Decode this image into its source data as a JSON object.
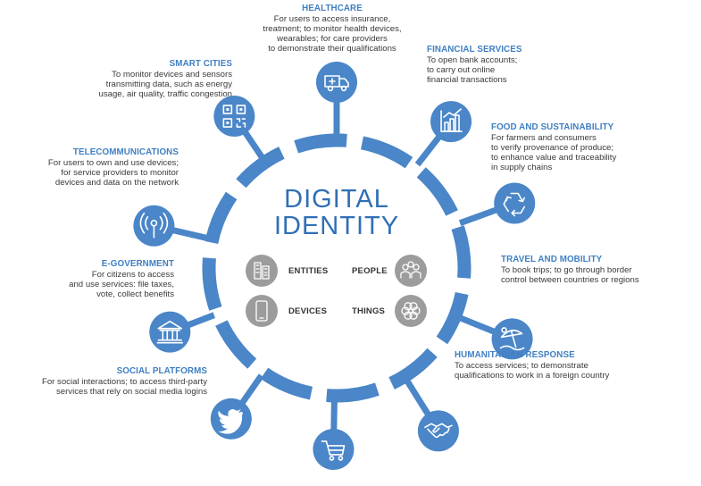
{
  "title_line1": "DIGITAL",
  "title_line2": "IDENTITY",
  "colors": {
    "blue": "#4a86c8",
    "title": "#2f6fb6",
    "heading": "#3f7fc2",
    "gray": "#9c9c9c",
    "text": "#3a3a3a"
  },
  "center_items": [
    {
      "label": "ENTITIES",
      "icon": "building-icon"
    },
    {
      "label": "PEOPLE",
      "icon": "people-icon"
    },
    {
      "label": "DEVICES",
      "icon": "phone-icon"
    },
    {
      "label": "THINGS",
      "icon": "flower-icon"
    }
  ],
  "sectors": [
    {
      "title": "HEALTHCARE",
      "desc": "For users to access insurance,\ntreatment; to monitor health devices,\nwearables; for care providers\nto demonstrate their qualifications",
      "icon": "ambulance-icon"
    },
    {
      "title": "FINANCIAL SERVICES",
      "desc": "To open bank accounts;\nto carry out online\nfinancial transactions",
      "icon": "bar-chart-icon"
    },
    {
      "title": "FOOD AND SUSTAINABILITY",
      "desc": "For farmers and consumers\nto verify provenance of produce;\nto enhance value and traceability\nin supply chains",
      "icon": "recycle-icon"
    },
    {
      "title": "TRAVEL AND MOBILITY",
      "desc": "To book trips; to go through border\ncontrol between countries or regions",
      "icon": "beach-umbrella-icon"
    },
    {
      "title": "HUMANITARIAN RESPONSE",
      "desc": "To access services; to demonstrate\nqualifications to work in a foreign country",
      "icon": "handshake-icon"
    },
    {
      "title": "",
      "desc": "",
      "icon": "shopping-cart-icon"
    },
    {
      "title": "SOCIAL PLATFORMS",
      "desc": "For social interactions; to access third-party\nservices that rely on social media logins",
      "icon": "twitter-bird-icon"
    },
    {
      "title": "E-GOVERNMENT",
      "desc": "For citizens to access\nand use services: file taxes,\nvote, collect benefits",
      "icon": "government-building-icon"
    },
    {
      "title": "TELECOMMUNICATIONS",
      "desc": "For users to own and use devices;\nfor  service providers to monitor\ndevices and data on the network",
      "icon": "signal-tower-icon"
    },
    {
      "title": "SMART CITIES",
      "desc": "To monitor devices and sensors\ntransmitting data, such as energy\nusage, air quality, traffic congestion",
      "icon": "qr-code-icon"
    }
  ]
}
